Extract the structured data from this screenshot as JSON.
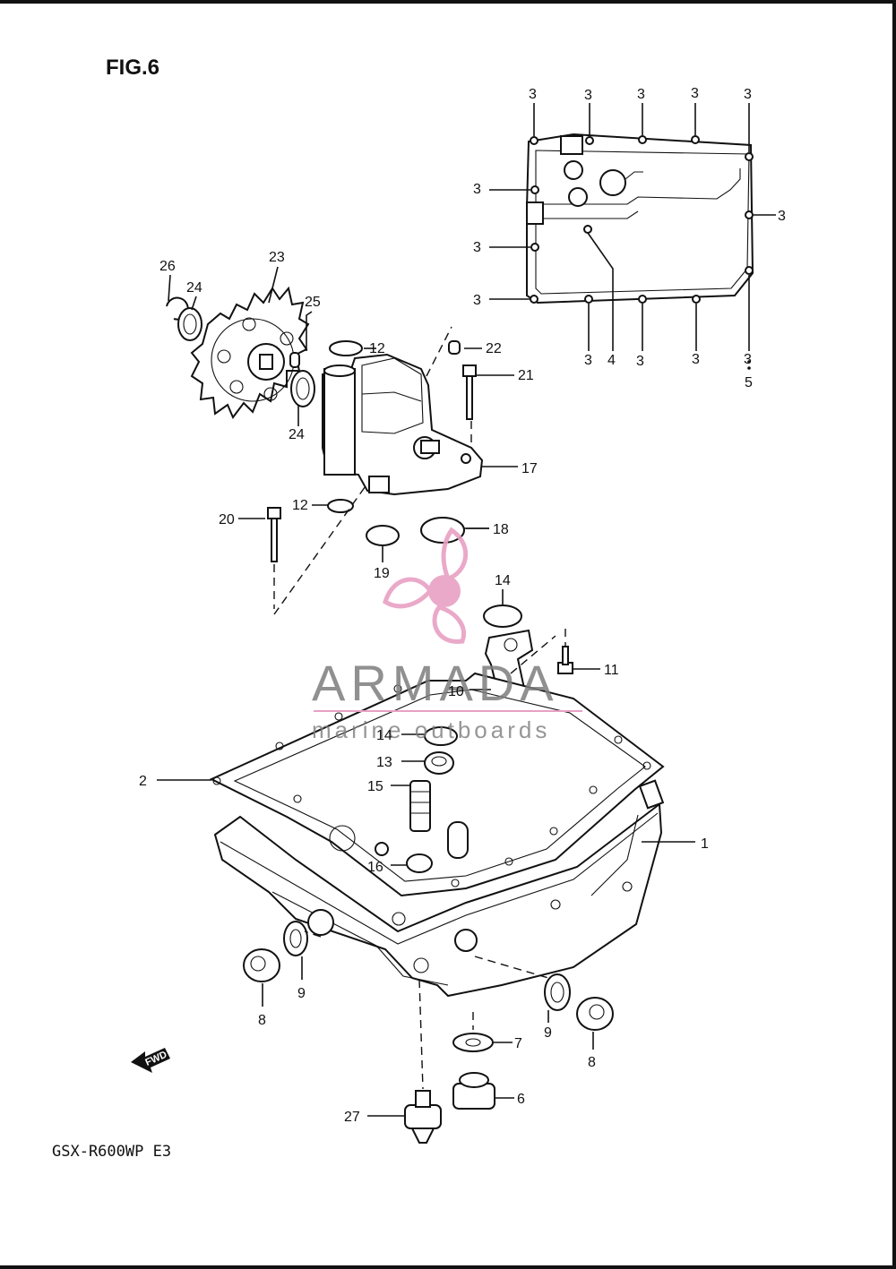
{
  "figure_title": "FIG.6",
  "model_code": "GSX-R600WP E3",
  "fwd_label": "FWD",
  "watermark": {
    "brand": "ARMADA",
    "tagline": "marine outboards",
    "logo_color": "#e8a0c4",
    "text_color": "#7d7d7d"
  },
  "callouts": {
    "c1": "1",
    "c2": "2",
    "c3a": "3",
    "c3b": "3",
    "c3c": "3",
    "c3d": "3",
    "c3e": "3",
    "c3f": "3",
    "c3g": "3",
    "c3h": "3",
    "c3i": "3",
    "c3j": "3",
    "c3k": "3",
    "c3l": "3",
    "c3m": "3",
    "c4": "4",
    "c5": "5",
    "c6": "6",
    "c7": "7",
    "c8a": "8",
    "c8b": "8",
    "c9a": "9",
    "c9b": "9",
    "c10": "10",
    "c11": "11",
    "c12a": "12",
    "c12b": "12",
    "c13": "13",
    "c14a": "14",
    "c14b": "14",
    "c15": "15",
    "c16": "16",
    "c17": "17",
    "c18": "18",
    "c19": "19",
    "c20": "20",
    "c21": "21",
    "c22": "22",
    "c23": "23",
    "c24a": "24",
    "c24b": "24",
    "c25": "25",
    "c26": "26",
    "c27": "27"
  }
}
